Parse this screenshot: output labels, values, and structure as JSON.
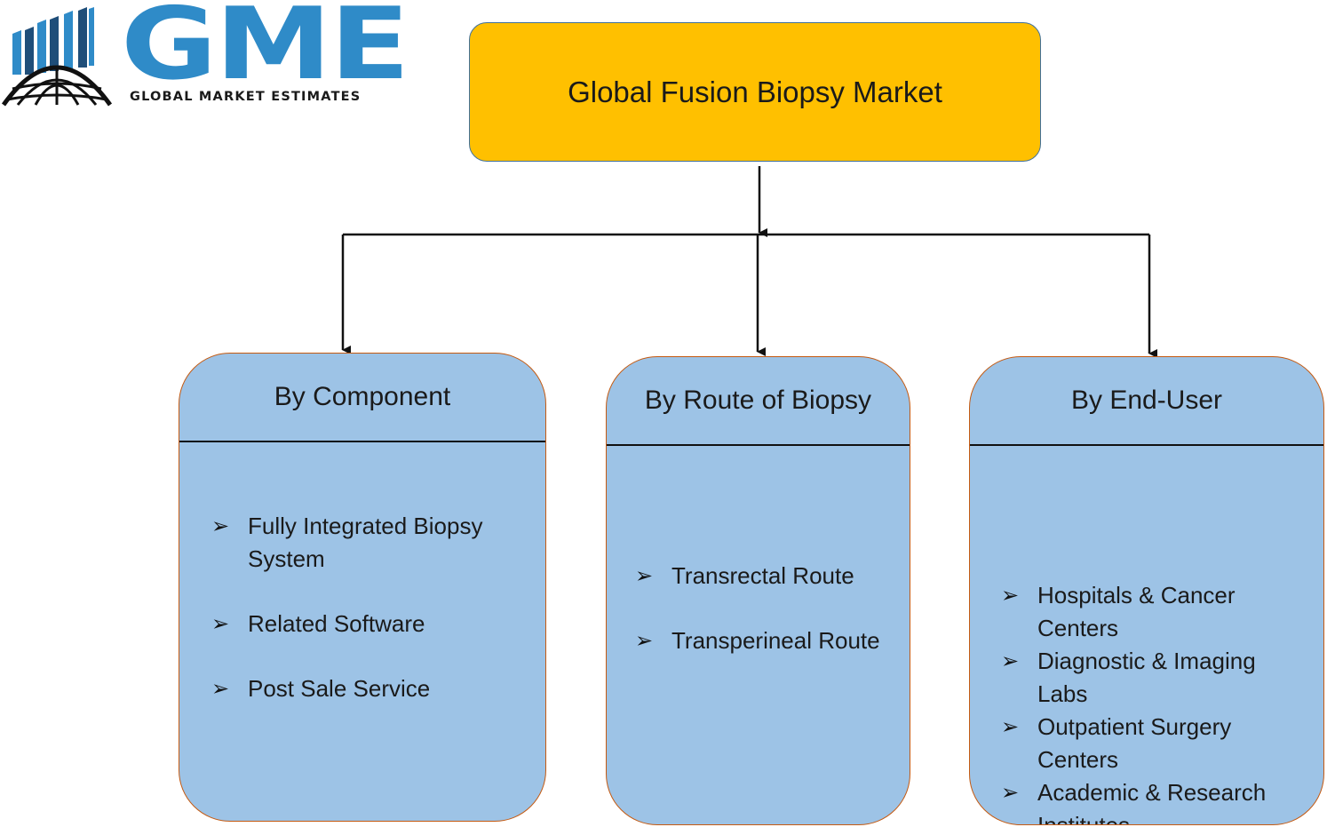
{
  "logo": {
    "letters": "GME",
    "tagline": "GLOBAL MARKET ESTIMATES",
    "brand_color": "#2f8bc8"
  },
  "root": {
    "title": "Global Fusion Biopsy Market",
    "fill": "#ffc000"
  },
  "categories": [
    {
      "title": "By Component",
      "items": [
        "Fully Integrated Biopsy System",
        "Related Software",
        "Post Sale Service"
      ]
    },
    {
      "title": "By Route of Biopsy",
      "items": [
        "Transrectal Route",
        "Transperineal Route"
      ]
    },
    {
      "title": "By End-User",
      "items": [
        "Hospitals & Cancer Centers",
        "Diagnostic & Imaging Labs",
        "Outpatient Surgery Centers",
        "Academic & Research Institutes"
      ]
    }
  ],
  "colors": {
    "card_fill": "#9dc3e6",
    "card_border": "#c55a11",
    "root_border": "#41719c"
  },
  "bullet_icon": "arrow-bullet-icon"
}
